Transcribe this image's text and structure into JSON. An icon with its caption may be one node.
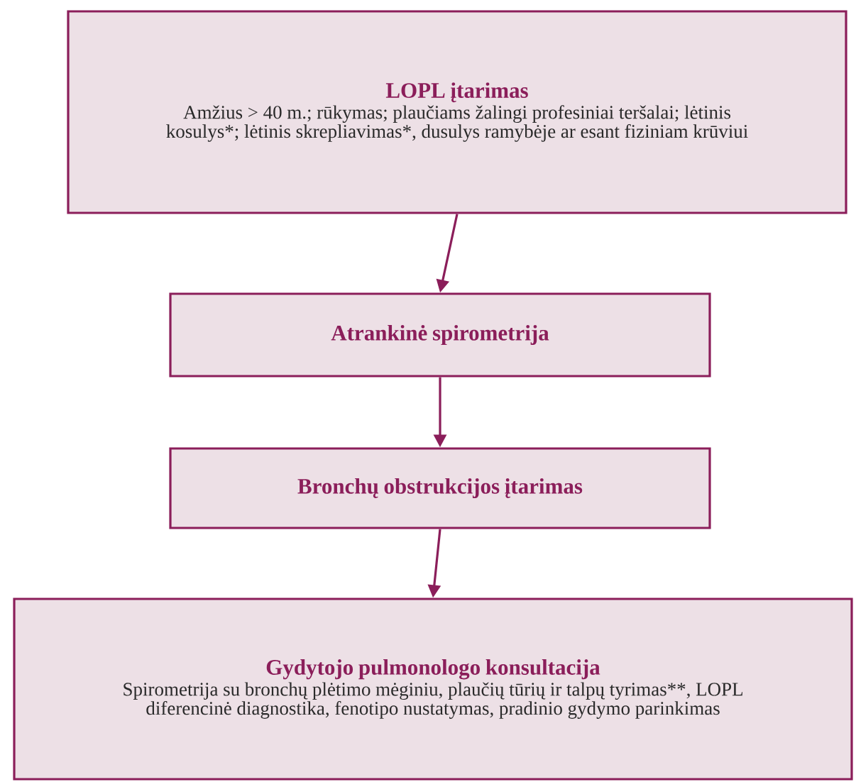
{
  "diagram": {
    "nodes": [
      {
        "text": [
          "LOPL įtarimas",
          "Amžius > 40 m.; rūkymas; plaučiams žalingi profesiniai teršalai; lėtinis kosulys*; lėtinis skrepliavimas*, dusulys ramybėje ar esant fiziniam krūviui"
        ]
      },
      {
        "text": [
          "Atrankinė spirometrija"
        ]
      },
      {
        "text": [
          "Bronchų obstrukcijos įtarimas"
        ]
      },
      {
        "text": [
          "Gydytojo pulmonologo konsultacija",
          "Spirometrija su bronchų plėtimo mėginiu, plaučių tūrių ir talpų tyrimas**, LOPL diferencinė diagnostika, fenotipo nustatymas, pradinio gydymo parinkimas"
        ]
      }
    ],
    "edges": [
      {
        "from": 0,
        "to": 1,
        "arrow": "to"
      },
      {
        "from": 1,
        "to": 2,
        "arrow": "to"
      },
      {
        "from": 2,
        "to": 3,
        "arrow": "to"
      }
    ]
  }
}
